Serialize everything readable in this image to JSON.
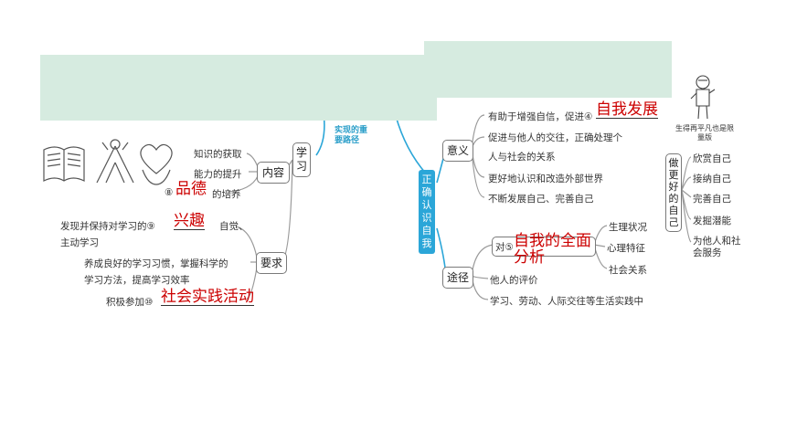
{
  "center": "正确认识自我",
  "path_label": "实现的重要路径",
  "learning": {
    "node": "学习",
    "content": {
      "label": "内容",
      "items": [
        "知识的获取",
        "能力的提升"
      ],
      "item3_num": "⑧",
      "item3_answer": "品德",
      "item3_suffix": "的培养"
    },
    "requirement": {
      "label": "要求",
      "line1_prefix": "发现并保持对学习的⑨",
      "line1_answer": "兴趣",
      "line1_suffix": "自觉、",
      "line1_cont": "主动学习",
      "line2a": "养成良好的学习习惯，掌握科学的",
      "line2b": "学习方法，提高学习效率",
      "line3_prefix": "积极参加⑩",
      "line3_answer": "社会实践活动"
    }
  },
  "meaning": {
    "node": "意义",
    "item1_prefix": "有助于增强自信，促进④",
    "item1_answer": "自我发展",
    "item2a": "促进与他人的交往，正确处理个",
    "item2b": "人与社会的关系",
    "item3": "更好地认识和改造外部世界",
    "item4": "不断发展自己、完善自己"
  },
  "approach": {
    "node": "途径",
    "self_prefix": "对⑤",
    "self_answer": "自我的全面分析",
    "self_items": [
      "生理状况",
      "心理特征",
      "社会关系"
    ],
    "others": "他人的评价",
    "practice": "学习、劳动、人际交往等生活实践中"
  },
  "better_self": {
    "node": "做更好的自己",
    "items": [
      "欣赏自己",
      "接纳自己",
      "完善自己",
      "发掘潜能",
      "为他人和社会服务"
    ]
  },
  "cartoon_caption": "生得再平凡也是限量版",
  "colors": {
    "answer": "#cc0000",
    "center": "#2ba6d8",
    "lines": "#2ba6d8",
    "cover": "#d6ebe0"
  }
}
